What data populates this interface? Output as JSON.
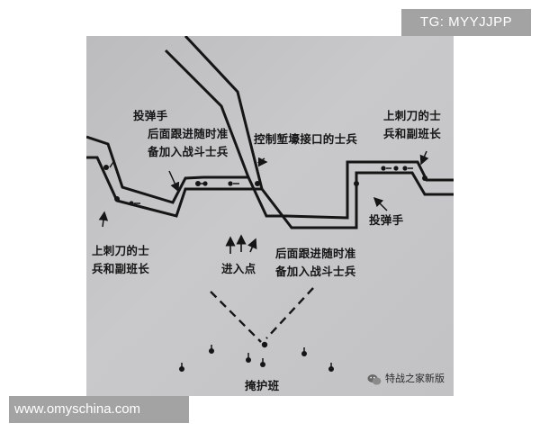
{
  "labels": {
    "grenadier_top": "投弹手",
    "follow_top_1": "后面跟进随时准",
    "follow_top_2": "备加入战斗士兵",
    "control_trench": "控制堑壕接口的士兵",
    "bayonet_right_1": "上刺刀的士",
    "bayonet_right_2": "兵和副班长",
    "bayonet_left_1": "上刺刀的士",
    "bayonet_left_2": "兵和副班长",
    "entry_point": "进入点",
    "follow_bottom_1": "后面跟进随时准",
    "follow_bottom_2": "备加入战斗士兵",
    "grenadier_bottom": "投弹手",
    "cover_squad": "掩护班"
  },
  "watermarks": {
    "top_right": "TG: MYYJJPP",
    "bottom_left": "www.omyschina.com",
    "wechat": "特战之家新版"
  },
  "icons": {
    "wechat": "wechat-icon",
    "soldier": "soldier-marker-icon",
    "movement": "arrow-icon"
  },
  "colors": {
    "background": "#ffffff",
    "photo": "#c4c4c6",
    "ink": "#151515",
    "watermark_bg": "#969696",
    "watermark_text": "#ffffff"
  }
}
